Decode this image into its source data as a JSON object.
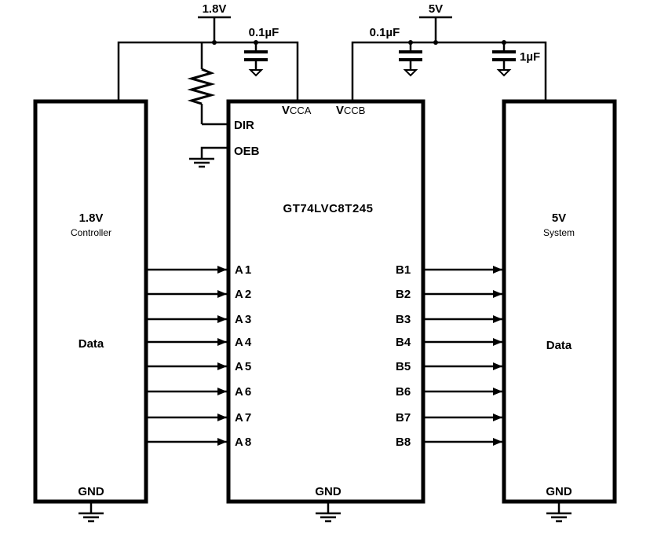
{
  "power_rails": {
    "left_supply": "1.8V",
    "right_supply": "5V"
  },
  "capacitors": {
    "vcca_decoupling": "0.1µF",
    "vccb_decoupling": "0.1µF",
    "system_bulk": "1µF"
  },
  "controller_block": {
    "voltage": "1.8V",
    "name": "Controller",
    "data_label": "Data",
    "gnd_label": "GND"
  },
  "transceiver": {
    "part_number": "GT74LVC8T245",
    "vcca_main": "V",
    "vcca_sub": "CCA",
    "vccb_main": "V",
    "vccb_sub": "CCB",
    "dir_label": "DIR",
    "oeb_label": "OEB",
    "gnd_label": "GND",
    "a_pins": [
      "A1",
      "A2",
      "A3",
      "A4",
      "A5",
      "A6",
      "A7",
      "A8"
    ],
    "b_pins": [
      "B1",
      "B2",
      "B3",
      "B4",
      "B5",
      "B6",
      "B7",
      "B8"
    ]
  },
  "system_block": {
    "voltage": "5V",
    "name": "System",
    "data_label": "Data",
    "gnd_label": "GND"
  }
}
